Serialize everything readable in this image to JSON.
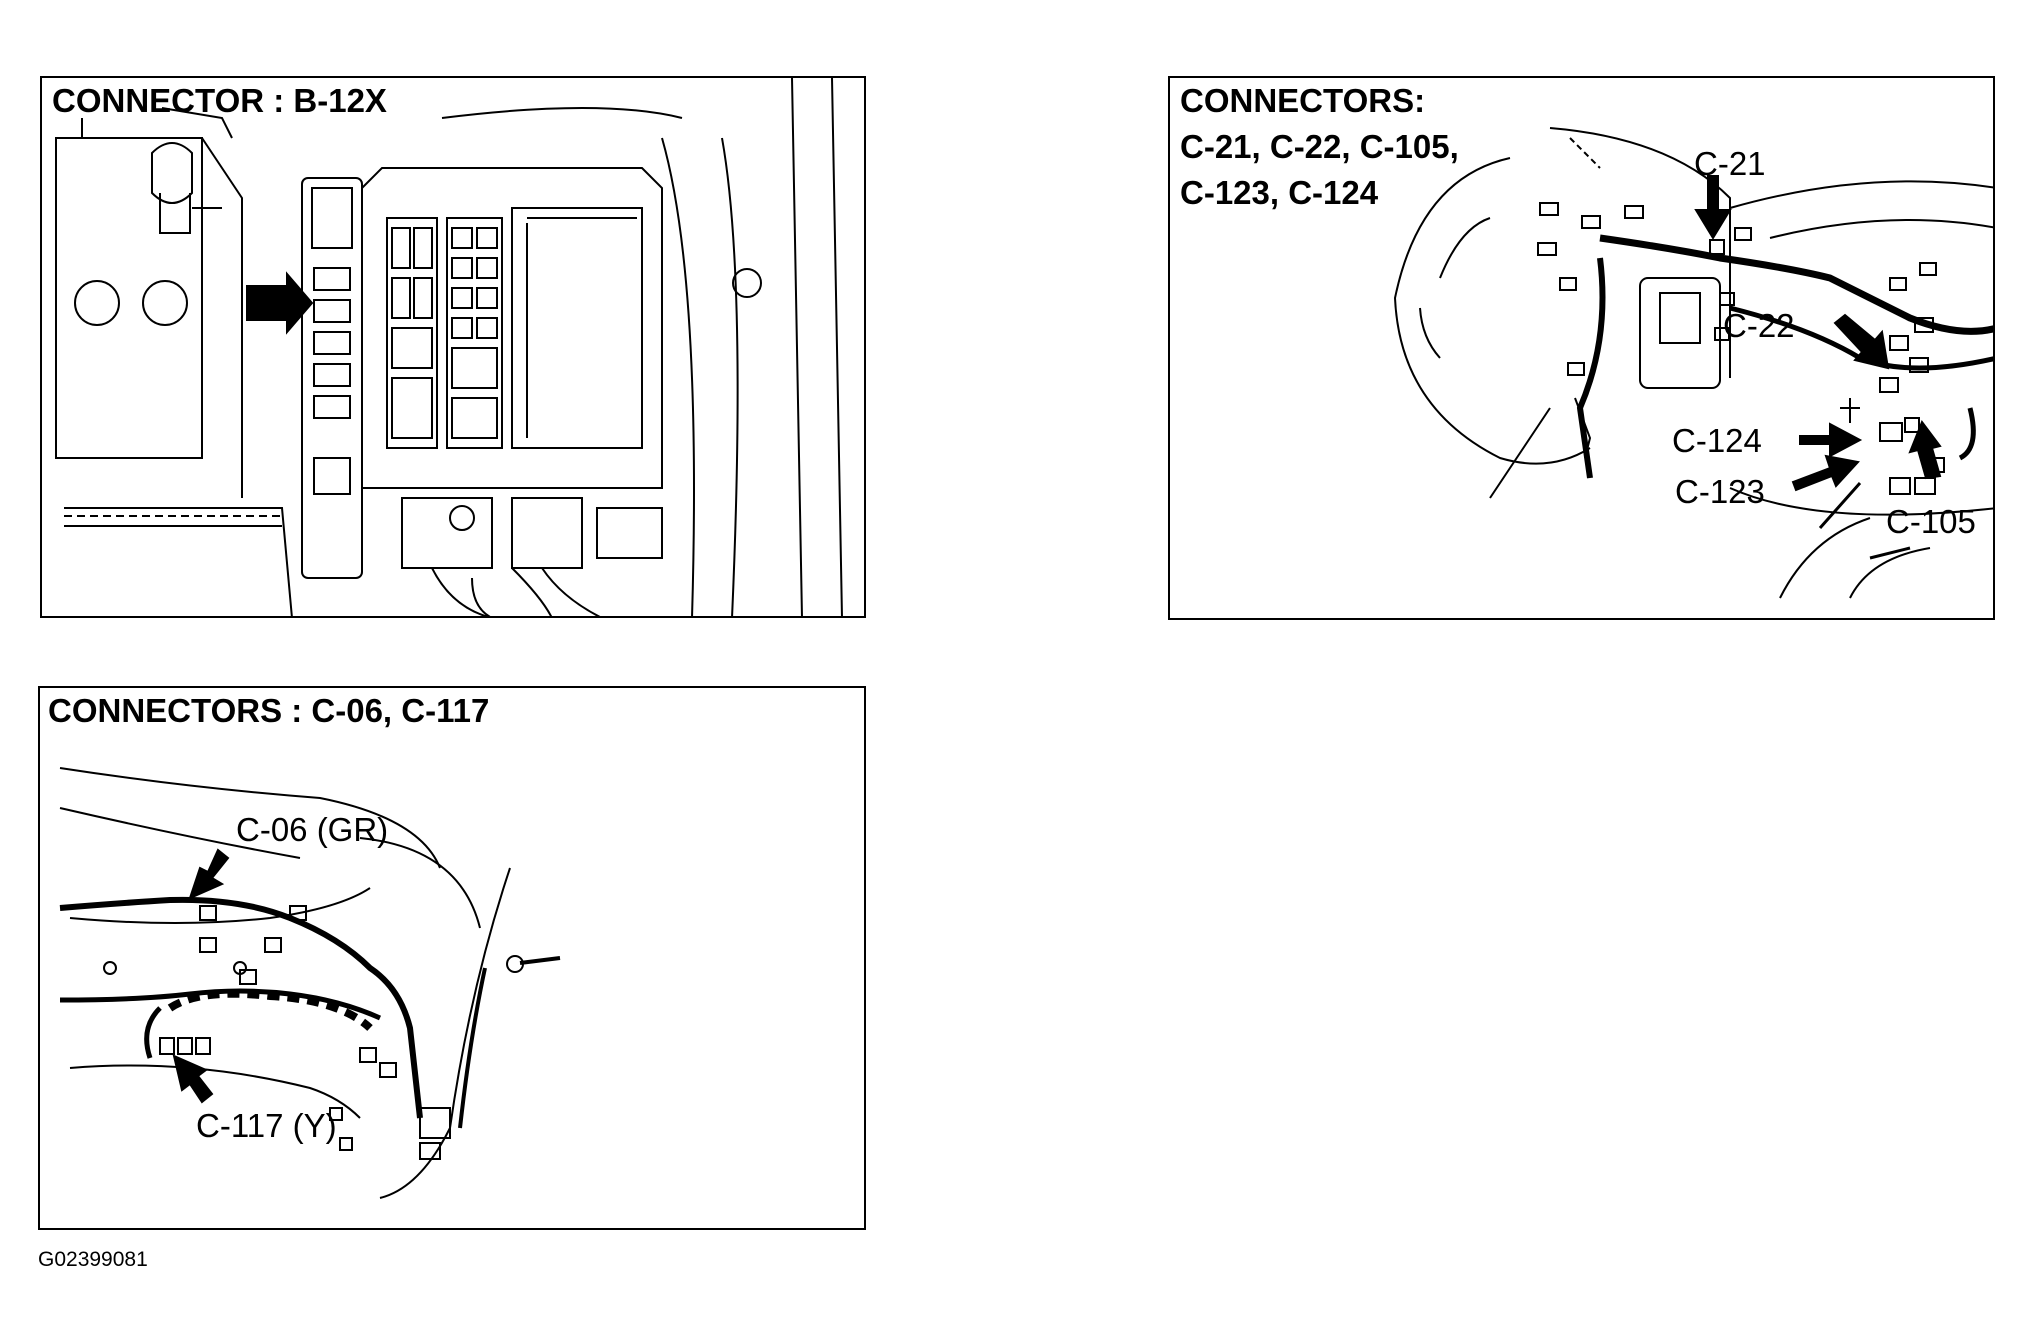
{
  "figure_id": "G02399081",
  "panels": {
    "b12x": {
      "title": "CONNECTOR : B-12X"
    },
    "c21": {
      "title_line1": "CONNECTORS:",
      "title_line2": "C-21, C-22, C-105,",
      "title_line3": "C-123, C-124",
      "callouts": {
        "c21": "C-21",
        "c22": "C-22",
        "c124": "C-124",
        "c123": "C-123",
        "c105": "C-105"
      }
    },
    "c06": {
      "title": "CONNECTORS : C-06, C-117",
      "callouts": {
        "c06": "C-06 (GR)",
        "c117": "C-117 (Y)"
      }
    }
  }
}
